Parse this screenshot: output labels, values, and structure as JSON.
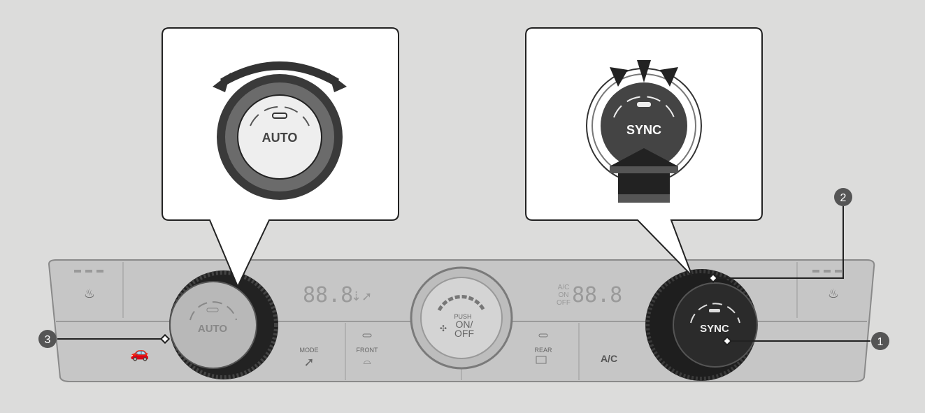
{
  "callouts": {
    "left": {
      "label": "AUTO"
    },
    "right": {
      "label": "SYNC"
    }
  },
  "markers": [
    "1",
    "2",
    "3"
  ],
  "panel": {
    "left_temp": "88.8",
    "right_temp": "88.8",
    "ac_status": [
      "A/C",
      "ON",
      "OFF"
    ],
    "fan_knob": {
      "push": "PUSH",
      "on": "ON/",
      "off": "OFF"
    },
    "left_knob": "AUTO",
    "right_knob": "SYNC",
    "buttons": {
      "mode": "MODE",
      "front": "FRONT",
      "rear": "REAR",
      "ac": "A/C"
    }
  },
  "colors": {
    "background": "#dcdcdb",
    "panel": "#c4c4c4",
    "knob": "#2a2a2a",
    "marker": "#555555"
  }
}
